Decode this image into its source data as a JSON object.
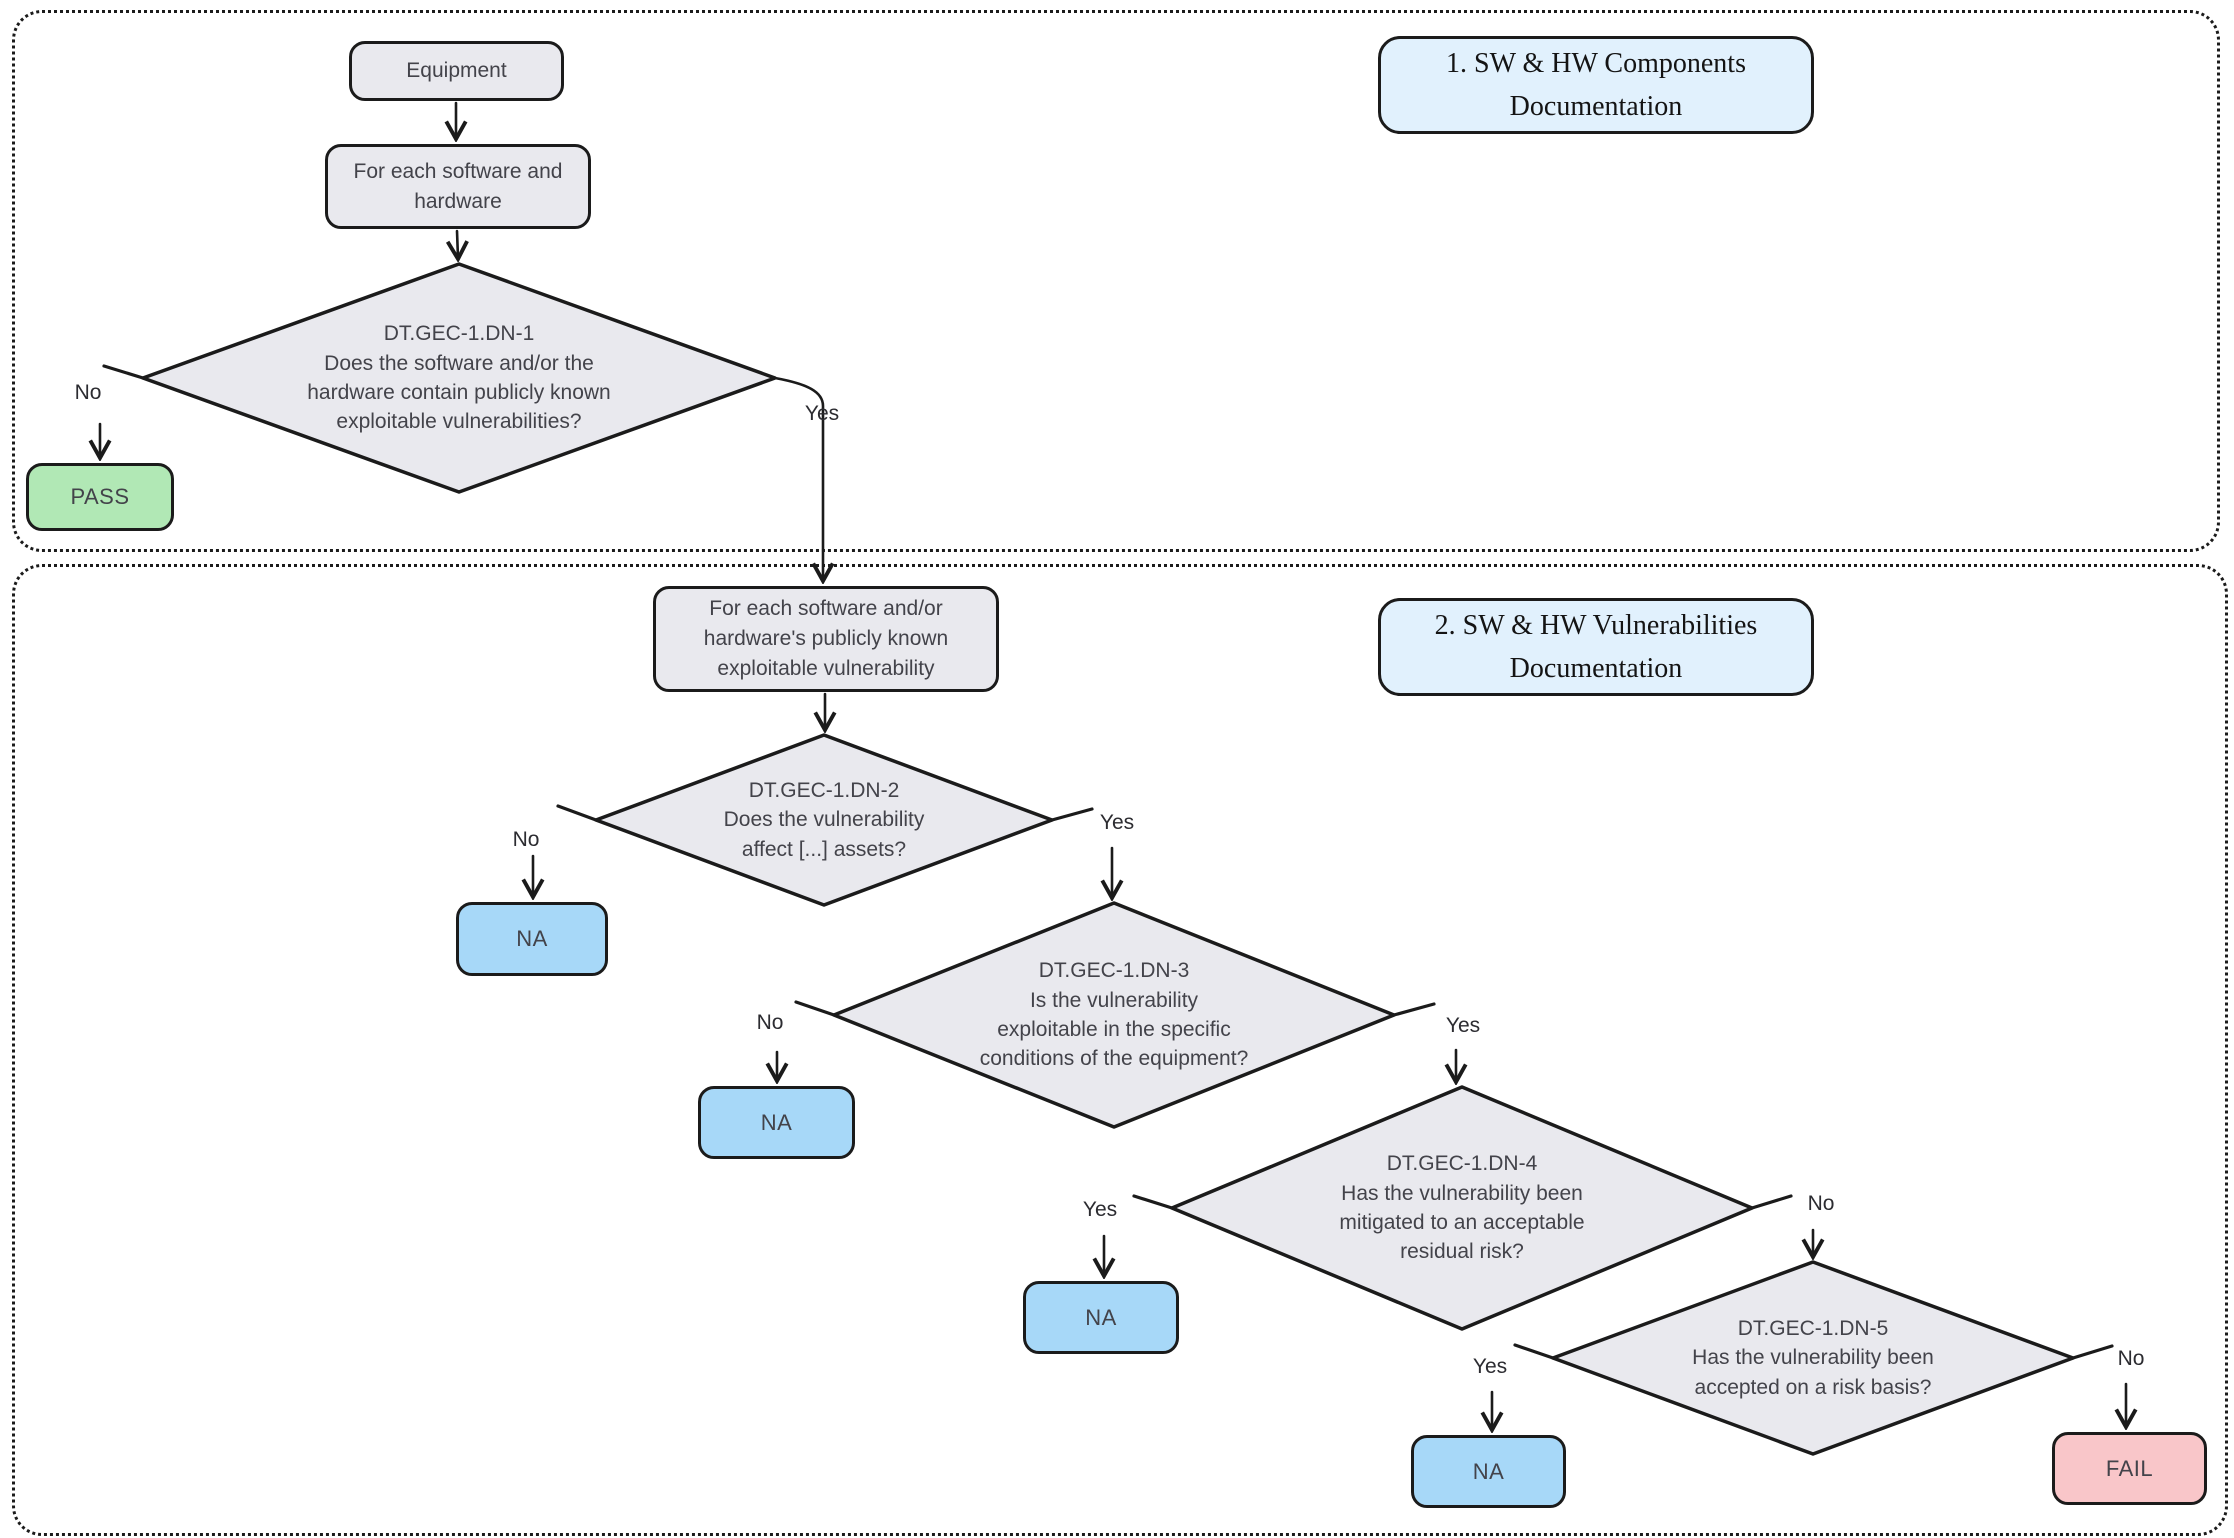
{
  "colors": {
    "page-bg": "#ffffff",
    "stroke": "#1b1b1b",
    "text": "#43434a",
    "node-fill": "#e9e9ee",
    "pass-fill": "#b1e8b5",
    "na-fill": "#a7d8f8",
    "fail-fill": "#f9c6c9",
    "title-fill": "#e1f1fd"
  },
  "sections": {
    "s1": {
      "title": "1. SW & HW Components\nDocumentation"
    },
    "s2": {
      "title": "2. SW & HW Vulnerabilities\nDocumentation"
    }
  },
  "nodes": {
    "equipment": {
      "label": "Equipment"
    },
    "foreach_sw_hw": {
      "label": "For each software and\nhardware"
    },
    "dn1": {
      "code": "DT.GEC-1.DN-1",
      "question": "Does the software and/or the\nhardware contain publicly known\nexploitable vulnerabilities?"
    },
    "pass": {
      "label": "PASS"
    },
    "foreach_vuln": {
      "label": "For each software and/or\nhardware's publicly known\nexploitable vulnerability"
    },
    "dn2": {
      "code": "DT.GEC-1.DN-2",
      "question": "Does the vulnerability\naffect [...] assets?"
    },
    "dn3": {
      "code": "DT.GEC-1.DN-3",
      "question": "Is the vulnerability\nexploitable in the specific\nconditions of the equipment?"
    },
    "dn4": {
      "code": "DT.GEC-1.DN-4",
      "question": "Has the vulnerability been\nmitigated to an acceptable\nresidual risk?"
    },
    "dn5": {
      "code": "DT.GEC-1.DN-5",
      "question": "Has the vulnerability been\naccepted on a risk basis?"
    },
    "na1": {
      "label": "NA"
    },
    "na2": {
      "label": "NA"
    },
    "na3": {
      "label": "NA"
    },
    "na4": {
      "label": "NA"
    },
    "fail": {
      "label": "FAIL"
    }
  },
  "edges": {
    "no1": "No",
    "yes1": "Yes",
    "no2": "No",
    "yes2": "Yes",
    "no3": "No",
    "yes3": "Yes",
    "yes4": "Yes",
    "no4": "No",
    "yes5": "Yes",
    "no5": "No"
  }
}
